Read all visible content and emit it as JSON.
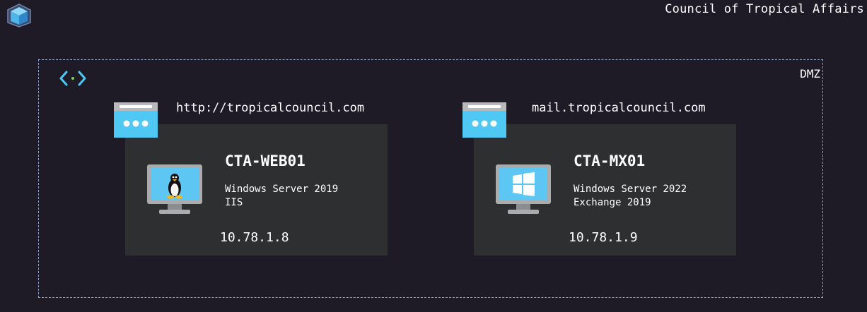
{
  "header": {
    "org_name": "Council of Tropical Affairs",
    "logo_icon": "azure-resource-cube-icon"
  },
  "zone": {
    "label": "DMZ",
    "icon": "virtual-network-icon",
    "border_color": "#8aa3c8"
  },
  "servers": [
    {
      "url": "http://tropicalcouncil.com",
      "url_icon": "web-app-icon",
      "hostname": "CTA-WEB01",
      "os": "Windows Server 2019",
      "role": "IIS",
      "ip": "10.78.1.8",
      "monitor_icon": "linux-vm-icon"
    },
    {
      "url": "mail.tropicalcouncil.com",
      "url_icon": "web-app-icon",
      "hostname": "CTA-MX01",
      "os": "Windows Server 2022",
      "role": "Exchange 2019",
      "ip": "10.78.1.9",
      "monitor_icon": "windows-vm-icon"
    }
  ],
  "colors": {
    "background": "#1e1b26",
    "card": "#2e2f30",
    "accent_blue": "#50c8f4"
  }
}
